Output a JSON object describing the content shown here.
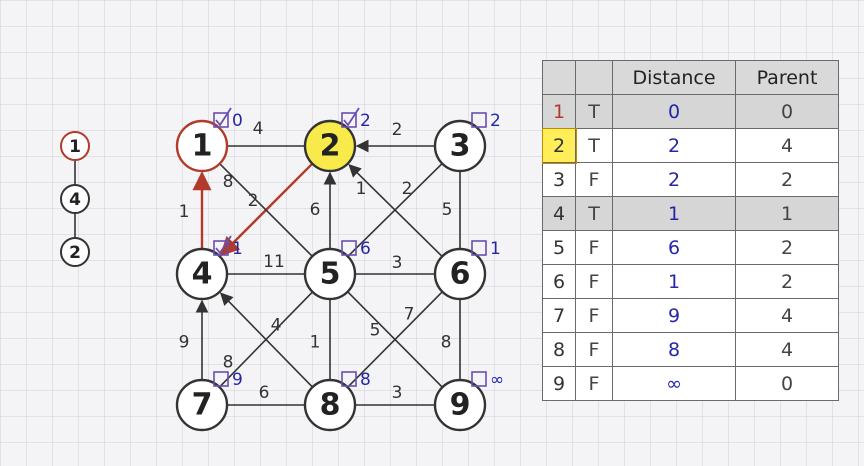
{
  "stack": [
    "1",
    "4",
    "2"
  ],
  "graph": {
    "nodes": [
      {
        "id": "1",
        "label": "1",
        "state": "visited",
        "dist": "0",
        "checked": true
      },
      {
        "id": "2",
        "label": "2",
        "state": "current",
        "dist": "2",
        "checked": true
      },
      {
        "id": "3",
        "label": "3",
        "state": "normal",
        "dist": "2",
        "checked": false
      },
      {
        "id": "4",
        "label": "4",
        "state": "normal",
        "dist": "1",
        "checked": true
      },
      {
        "id": "5",
        "label": "5",
        "state": "normal",
        "dist": "6",
        "checked": false
      },
      {
        "id": "6",
        "label": "6",
        "state": "normal",
        "dist": "1",
        "checked": false
      },
      {
        "id": "7",
        "label": "7",
        "state": "normal",
        "dist": "9",
        "checked": false
      },
      {
        "id": "8",
        "label": "8",
        "state": "normal",
        "dist": "8",
        "checked": false
      },
      {
        "id": "9",
        "label": "9",
        "state": "normal",
        "dist": "∞",
        "checked": false
      }
    ],
    "edges": [
      {
        "from": "1",
        "to": "2",
        "weight": "4",
        "directed": false,
        "highlight": false
      },
      {
        "from": "3",
        "to": "2",
        "weight": "2",
        "directed": true,
        "highlight": false
      },
      {
        "from": "4",
        "to": "1",
        "weight": "1",
        "directed": true,
        "highlight": true
      },
      {
        "from": "2",
        "to": "4",
        "weight": "2",
        "directed": true,
        "highlight": true
      },
      {
        "from": "1",
        "to": "5",
        "weight": "8",
        "directed": false,
        "highlight": false
      },
      {
        "from": "5",
        "to": "2",
        "weight": "6",
        "directed": true,
        "highlight": false
      },
      {
        "from": "3",
        "to": "5",
        "weight": "1",
        "directed": false,
        "highlight": false
      },
      {
        "from": "6",
        "to": "2",
        "weight": "2",
        "directed": true,
        "highlight": false
      },
      {
        "from": "3",
        "to": "6",
        "weight": "5",
        "directed": false,
        "highlight": false
      },
      {
        "from": "4",
        "to": "5",
        "weight": "11",
        "directed": false,
        "highlight": false
      },
      {
        "from": "5",
        "to": "6",
        "weight": "3",
        "directed": false,
        "highlight": false
      },
      {
        "from": "7",
        "to": "4",
        "weight": "9",
        "directed": true,
        "highlight": false
      },
      {
        "from": "8",
        "to": "4",
        "weight": "8",
        "directed": true,
        "highlight": false
      },
      {
        "from": "7",
        "to": "5",
        "weight": "4",
        "directed": false,
        "highlight": false
      },
      {
        "from": "5",
        "to": "8",
        "weight": "1",
        "directed": false,
        "highlight": false
      },
      {
        "from": "5",
        "to": "9",
        "weight": "5",
        "directed": false,
        "highlight": false
      },
      {
        "from": "6",
        "to": "8",
        "weight": "7",
        "directed": false,
        "highlight": false
      },
      {
        "from": "6",
        "to": "9",
        "weight": "8",
        "directed": false,
        "highlight": false
      },
      {
        "from": "7",
        "to": "8",
        "weight": "6",
        "directed": false,
        "highlight": false
      },
      {
        "from": "8",
        "to": "9",
        "weight": "3",
        "directed": false,
        "highlight": false
      }
    ]
  },
  "table": {
    "headers": [
      "",
      "",
      "Distance",
      "Parent"
    ],
    "rows": [
      {
        "vertex": "1",
        "known": "T",
        "distance": "0",
        "parent": "0",
        "checked": true,
        "current": false,
        "red": true
      },
      {
        "vertex": "2",
        "known": "T",
        "distance": "2",
        "parent": "4",
        "checked": false,
        "current": true,
        "red": false
      },
      {
        "vertex": "3",
        "known": "F",
        "distance": "2",
        "parent": "2",
        "checked": false,
        "current": false,
        "red": false
      },
      {
        "vertex": "4",
        "known": "T",
        "distance": "1",
        "parent": "1",
        "checked": true,
        "current": false,
        "red": false
      },
      {
        "vertex": "5",
        "known": "F",
        "distance": "6",
        "parent": "2",
        "checked": false,
        "current": false,
        "red": false
      },
      {
        "vertex": "6",
        "known": "F",
        "distance": "1",
        "parent": "2",
        "checked": false,
        "current": false,
        "red": false
      },
      {
        "vertex": "7",
        "known": "F",
        "distance": "9",
        "parent": "4",
        "checked": false,
        "current": false,
        "red": false
      },
      {
        "vertex": "8",
        "known": "F",
        "distance": "8",
        "parent": "4",
        "checked": false,
        "current": false,
        "red": false
      },
      {
        "vertex": "9",
        "known": "F",
        "distance": "∞",
        "parent": "0",
        "checked": false,
        "current": false,
        "red": false
      }
    ]
  },
  "colors": {
    "visited": "#b23a2a",
    "current_fill": "#f7ea4a",
    "node_stroke": "#333333",
    "edge": "#333333",
    "highlight_edge": "#b23a2a",
    "distance_text": "#2626a8",
    "checkbox": "#6a4fb0"
  }
}
